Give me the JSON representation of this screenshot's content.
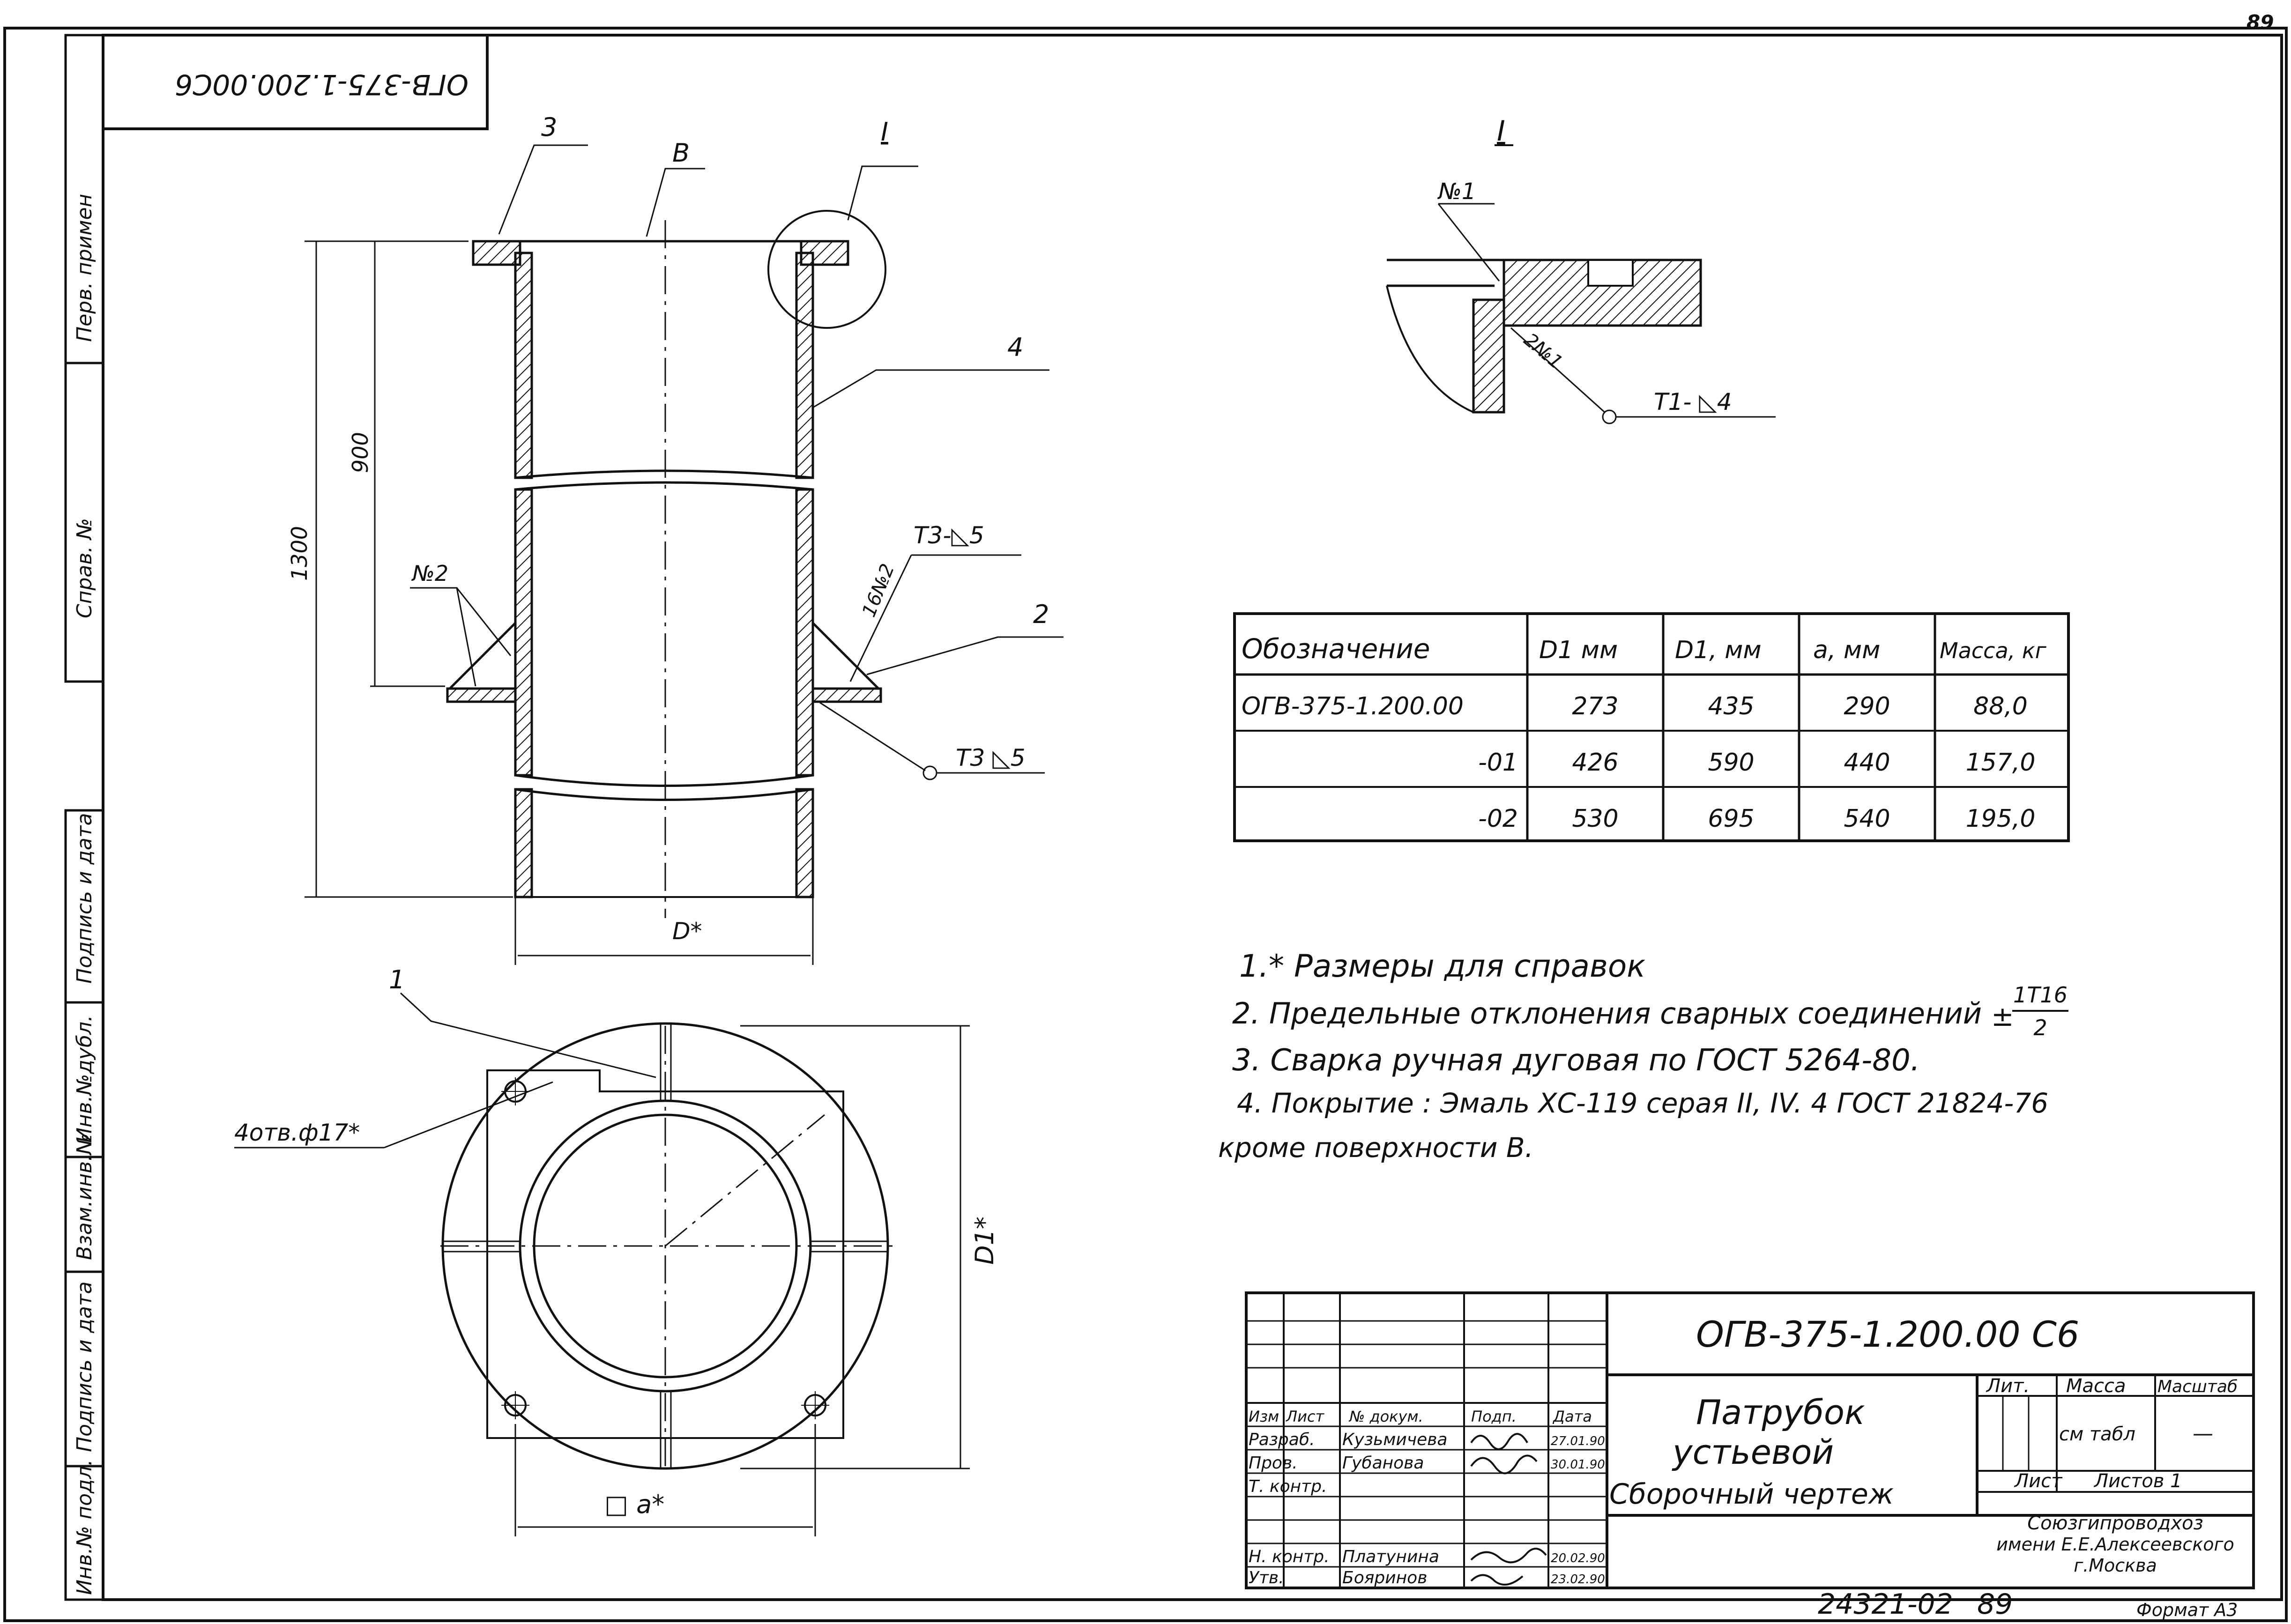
{
  "page_number": "89",
  "stamp_code": "ОГВ-375-1.200.00С6",
  "side_labels": {
    "perv_primen": "Перв. примен",
    "sprav_no": "Справ. №",
    "podpis_data_1": "Подпись и дата",
    "inv_dubl": "Инв.№дубл.",
    "vzam_inv": "Взам.инв.№",
    "podpis_data_2": "Подпись и дата",
    "inv_podl": "Инв.№ подл."
  },
  "drawing": {
    "callouts": {
      "part3": "3",
      "partB": "В",
      "detail_ref": "I",
      "part4": "4",
      "part2": "2",
      "part1": "1",
      "weld_no2": "№2",
      "weld_16no2": "16№2",
      "weld_73a": "Т3-◺5",
      "weld_73b": "Т3 ◺5",
      "holes": "4отв.ф17*"
    },
    "dims": {
      "h900": "900",
      "h1300": "1300",
      "d_star": "D*",
      "d1_star": "D1*",
      "a_star": "□ a*"
    },
    "detail": {
      "title": "I",
      "weld1": "№1",
      "weld2": "2№1",
      "weld_t1": "Т1- ◺4"
    }
  },
  "table": {
    "headers": [
      "Обозначение",
      "D1 мм",
      "D1, мм",
      "a, мм",
      "Масса, кг"
    ],
    "rows": [
      [
        "ОГВ-375-1.200.00",
        "273",
        "435",
        "290",
        "88,0"
      ],
      [
        "-01",
        "426",
        "590",
        "440",
        "157,0"
      ],
      [
        "-02",
        "530",
        "695",
        "540",
        "195,0"
      ]
    ]
  },
  "notes": {
    "n1": "1.* Размеры для справок",
    "n2": "2. Предельные отклонения сварных соединений",
    "n2_frac_top": "1Т16",
    "n2_frac_bottom": "2",
    "n2_pm": "±",
    "n3": "3. Сварка ручная дуговая по ГОСТ 5264-80.",
    "n4": "4. Покрытие : Эмаль ХС-119 серая II, IV. 4 ГОСТ 21824-76",
    "n5": "кроме поверхности В."
  },
  "title_block": {
    "doc_code": "ОГВ-375-1.200.00 С6",
    "name_line1": "Патрубок",
    "name_line2": "устьевой",
    "doc_type": "Сборочный чертеж",
    "hdr_izm": "Изм",
    "hdr_list": "Лист",
    "hdr_doc": "№ докум.",
    "hdr_sign": "Подп.",
    "hdr_date": "Дата",
    "role_razrab": "Разраб.",
    "role_prov": "Пров.",
    "role_tkontr": "Т. контр.",
    "role_nkontr": "Н. контр.",
    "role_utv": "Утв.",
    "name_razrab": "Кузьмичева",
    "name_prov": "Губанова",
    "name_nkontr": "Платунина",
    "name_utv": "Бояринов",
    "date_razrab": "27.01.90",
    "date_prov": "30.01.90",
    "date_nkontr": "20.02.90",
    "date_utv": "23.02.90",
    "lit": "Лит.",
    "massa": "Масса",
    "masshtab": "Масштаб",
    "massa_val": "см табл",
    "masshtab_val": "—",
    "list": "Лист",
    "listov": "Листов 1",
    "org1": "Союзгипроводхоз",
    "org2": "имени Е.Е.Алексеевского",
    "org3": "г.Москва"
  },
  "footer": {
    "inv_number": "24321-02",
    "sheet": "89",
    "format": "Формат А3"
  }
}
